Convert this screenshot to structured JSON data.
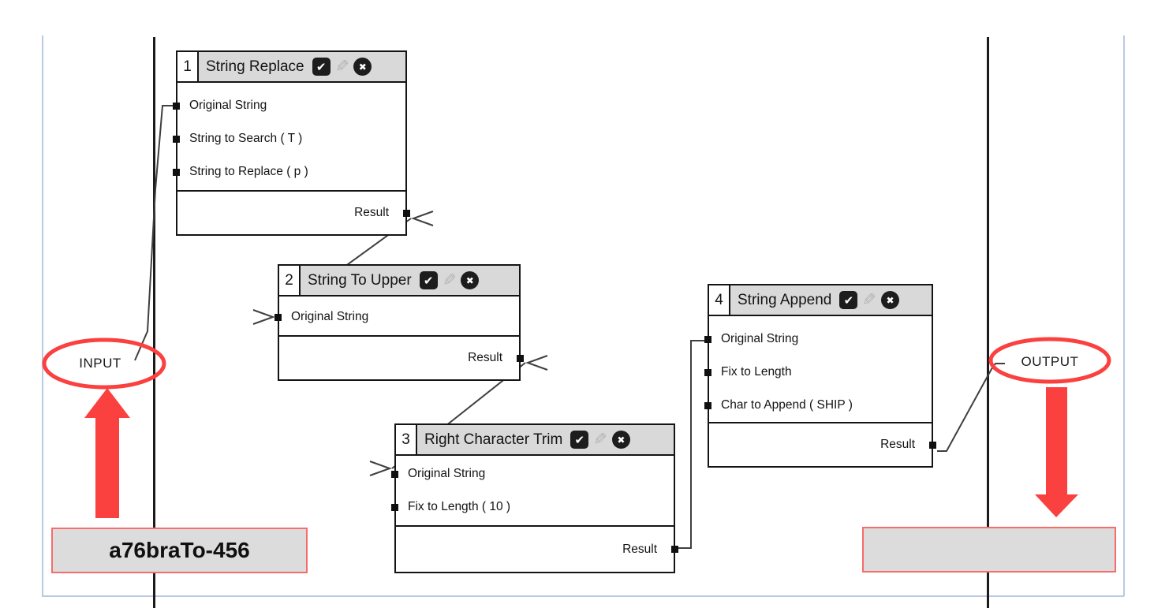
{
  "page": {
    "input_label": "INPUT",
    "output_label": "OUTPUT",
    "input_value": "a76braTo-456",
    "output_value": ""
  },
  "icons": {
    "check": "✔",
    "edit": "✎",
    "close": "✖"
  },
  "colors": {
    "annotation_red": "#fb4040",
    "value_box_fill": "#dcdcdc",
    "value_box_border": "#f76c6c",
    "node_header_gray": "#d9d9d9",
    "node_border": "#141414",
    "connector_gray": "#3f3f3f",
    "lane_black": "#1b1b1b",
    "frame_blue": "#b9c9e2",
    "pencil_gray": "#b4b4b4"
  },
  "nodes": [
    {
      "index": "1",
      "title": "String Replace",
      "inputs": [
        "Original String",
        "String to Search ( T )",
        "String to Replace ( p )"
      ],
      "output": "Result"
    },
    {
      "index": "2",
      "title": "String To Upper",
      "inputs": [
        "Original String"
      ],
      "output": "Result"
    },
    {
      "index": "3",
      "title": "Right Character Trim",
      "inputs": [
        "Original String",
        "Fix to Length ( 10 )"
      ],
      "output": "Result"
    },
    {
      "index": "4",
      "title": "String Append",
      "inputs": [
        "Original String",
        "Fix to Length",
        "Char to Append ( SHIP )"
      ],
      "output": "Result"
    }
  ]
}
